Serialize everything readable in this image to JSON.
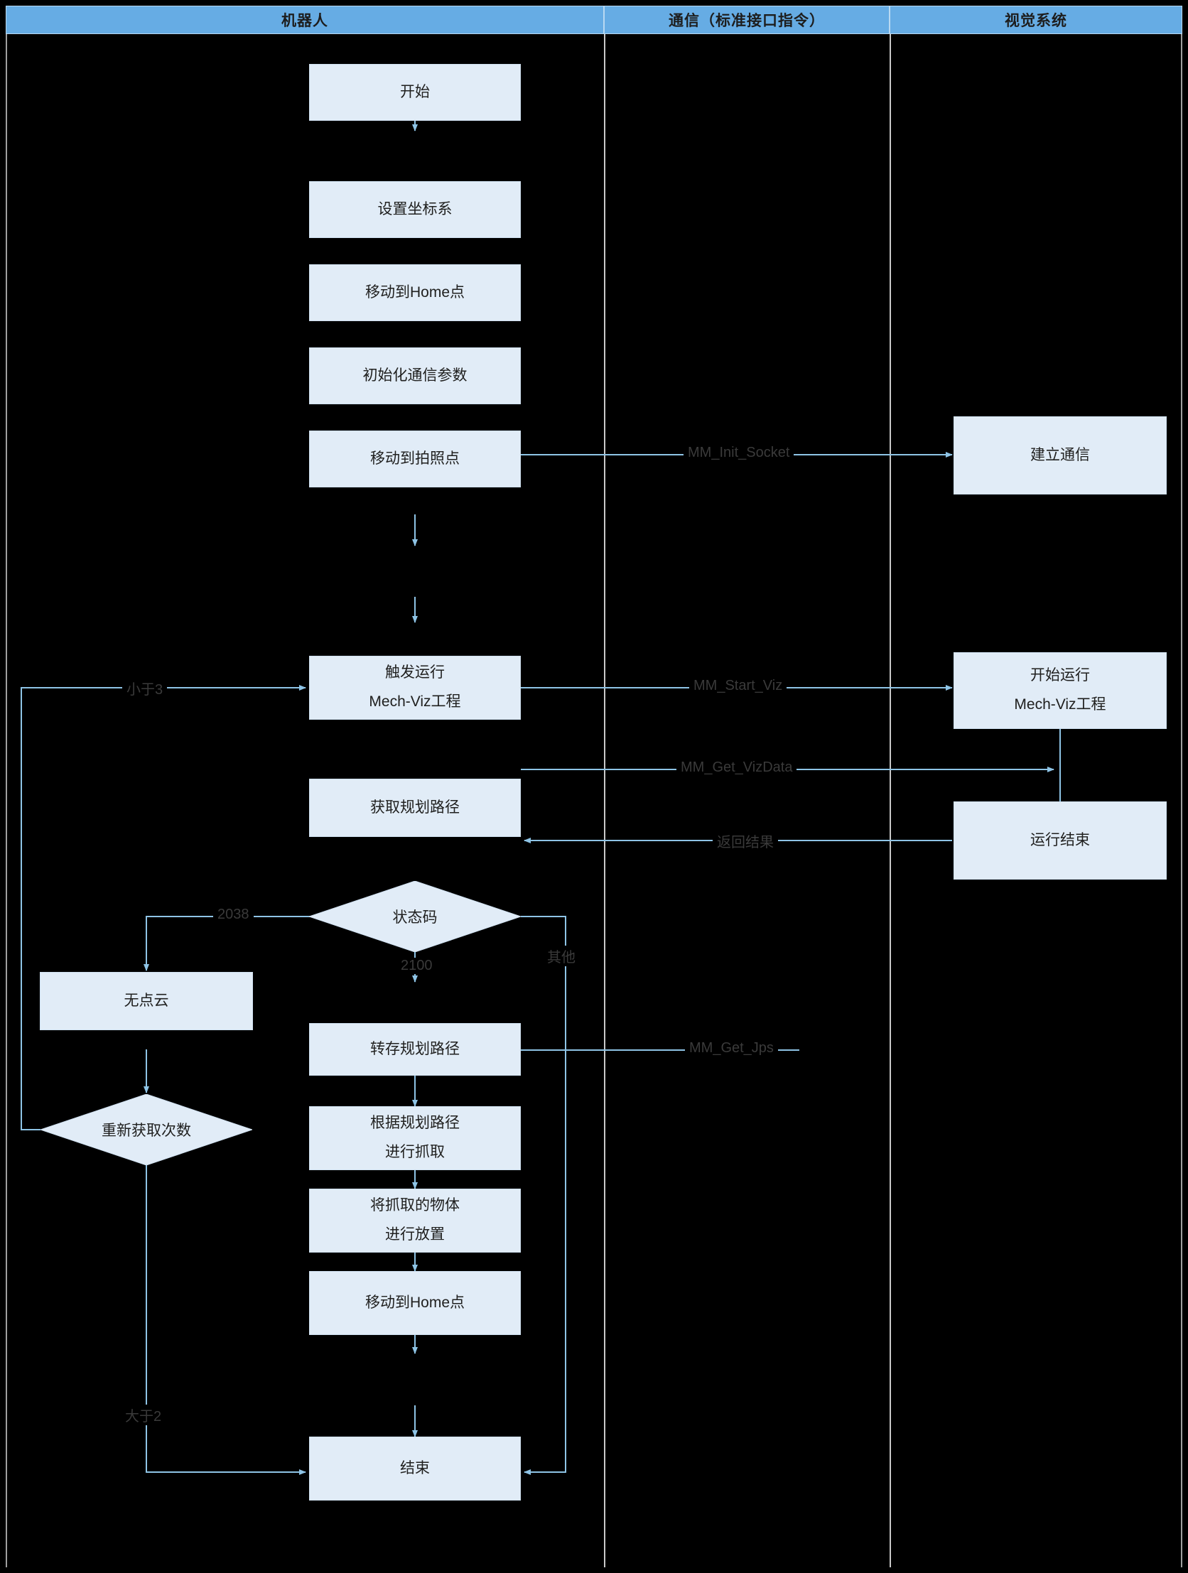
{
  "diagram": {
    "title": "Mech-Mind robot pick-and-place standard interface flowchart",
    "colors": {
      "lane_header_bg": "#66ace4",
      "node_fill": "#e1ecf7",
      "node_stroke": "#cfe0f0",
      "arrow": "#8ec4e6",
      "text": "#20201f",
      "label_text": "#3a3a3a",
      "background": "#000000"
    }
  },
  "lanes": [
    {
      "id": "robot",
      "label": "机器人"
    },
    {
      "id": "comm",
      "label": "通信（标准接口指令）"
    },
    {
      "id": "vision",
      "label": "视觉系统"
    }
  ],
  "nodes": {
    "start": {
      "lane": "robot",
      "shape": "process",
      "lines": [
        "开始"
      ]
    },
    "set_frame": {
      "lane": "robot",
      "shape": "process",
      "lines": [
        "设置坐标系"
      ]
    },
    "move_home_1": {
      "lane": "robot",
      "shape": "process",
      "lines": [
        "移动到Home点"
      ]
    },
    "init_comm": {
      "lane": "robot",
      "shape": "process",
      "lines": [
        "初始化通信参数"
      ]
    },
    "move_photo": {
      "lane": "robot",
      "shape": "process",
      "lines": [
        "移动到拍照点"
      ]
    },
    "trigger_viz": {
      "lane": "robot",
      "shape": "process",
      "lines": [
        "触发运行",
        "Mech-Viz工程"
      ]
    },
    "get_path": {
      "lane": "robot",
      "shape": "process",
      "lines": [
        "获取规划路径"
      ]
    },
    "status_code": {
      "lane": "robot",
      "shape": "decision",
      "lines": [
        "状态码"
      ]
    },
    "no_cloud": {
      "lane": "robot",
      "shape": "process",
      "lines": [
        "无点云"
      ]
    },
    "retry_count": {
      "lane": "robot",
      "shape": "decision",
      "lines": [
        "重新获取次数"
      ]
    },
    "save_path": {
      "lane": "robot",
      "shape": "process",
      "lines": [
        "转存规划路径"
      ]
    },
    "pick": {
      "lane": "robot",
      "shape": "process",
      "lines": [
        "根据规划路径",
        "进行抓取"
      ]
    },
    "place": {
      "lane": "robot",
      "shape": "process",
      "lines": [
        "将抓取的物体",
        "进行放置"
      ]
    },
    "move_home_2": {
      "lane": "robot",
      "shape": "process",
      "lines": [
        "移动到Home点"
      ]
    },
    "end": {
      "lane": "robot",
      "shape": "process",
      "lines": [
        "结束"
      ]
    },
    "build_comm": {
      "lane": "vision",
      "shape": "process",
      "lines": [
        "建立通信"
      ]
    },
    "viz_start": {
      "lane": "vision",
      "shape": "process",
      "lines": [
        "开始运行",
        "Mech-Viz工程"
      ]
    },
    "viz_end": {
      "lane": "vision",
      "shape": "process",
      "lines": [
        "运行结束"
      ]
    }
  },
  "edge_labels": {
    "init_socket": "MM_Init_Socket",
    "start_viz": "MM_Start_Viz",
    "get_vizdata": "MM_Get_VizData",
    "return_result": "返回结果",
    "get_jps": "MM_Get_Jps",
    "less_than_3": "小于3",
    "greater_than_2": "大于2",
    "code_2038": "2038",
    "code_2100": "2100",
    "other": "其他"
  }
}
